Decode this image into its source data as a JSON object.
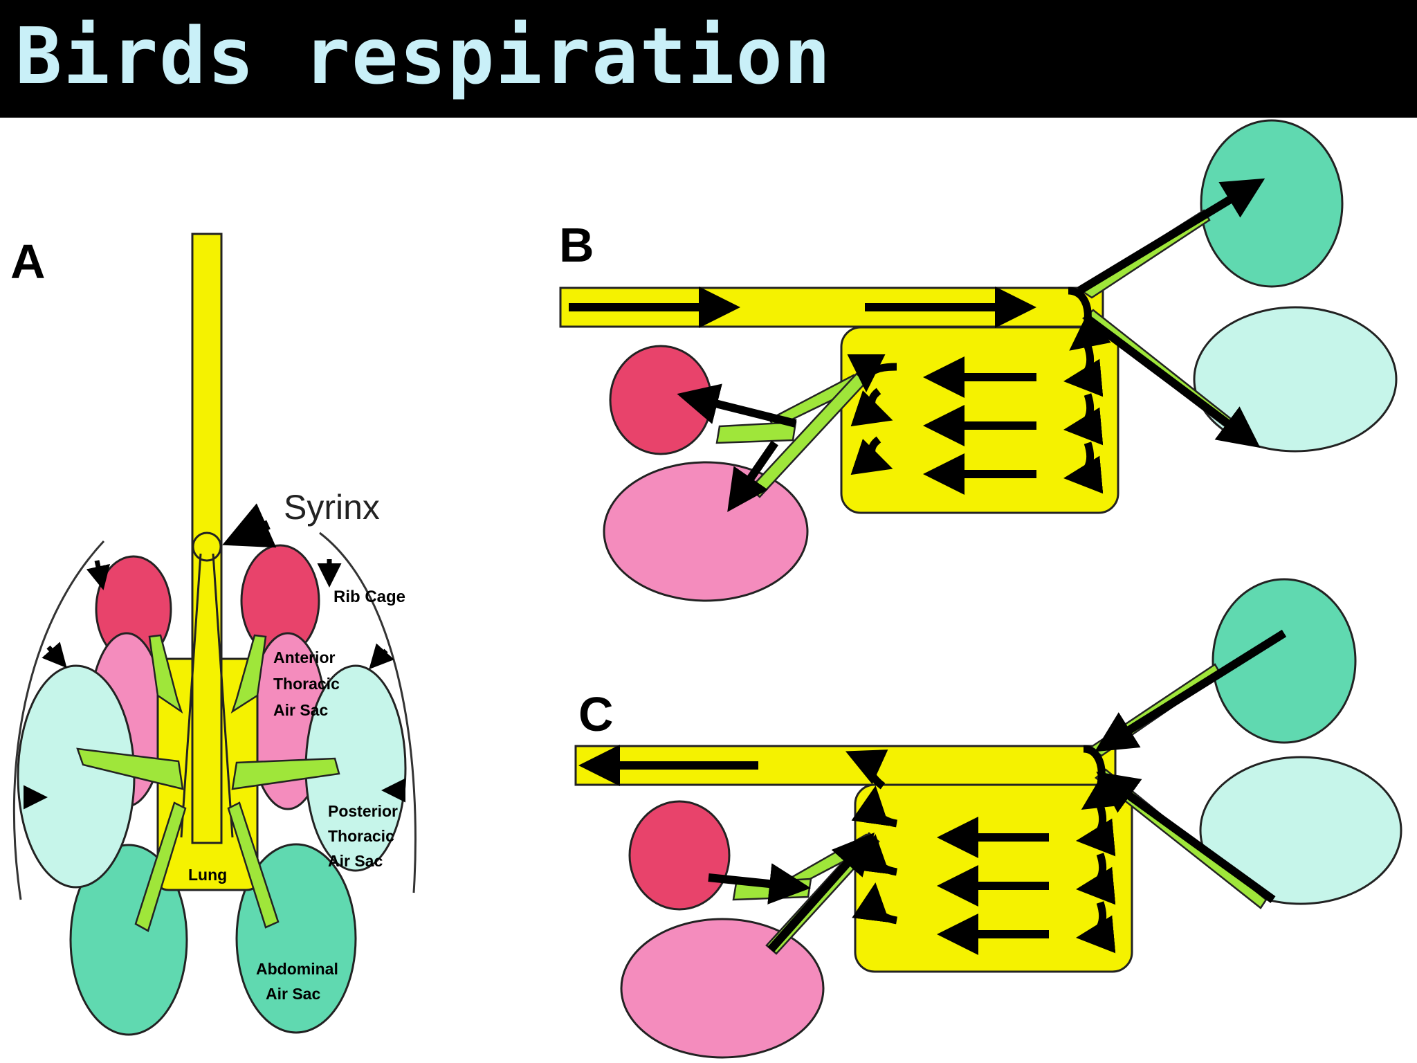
{
  "slide": {
    "title": "Birds respiration"
  },
  "diagram": {
    "panel_a_letter": "A",
    "panel_b_letter": "B",
    "panel_c_letter": "C",
    "labels": {
      "syrinx": "Syrinx",
      "rib_cage": "Rib Cage",
      "anterior": [
        "Anterior",
        "Thoracic",
        "Air Sac"
      ],
      "posterior": [
        "Posterior",
        "Thoracic",
        "Air Sac"
      ],
      "lung": "Lung",
      "abdominal": [
        "Abdominal",
        "Air Sac"
      ]
    }
  },
  "colors": {
    "title_bg": "#000000",
    "title_text": "#c9f0f8",
    "trachea_yellow": "#f5f200",
    "bronchus_green": "#9fe63a",
    "anterior_sac_red": "#e8436b",
    "posterior_thoracic_pink": "#f48cbd",
    "abdominal_teal": "#60d9b0",
    "light_cyan": "#c6f5ea",
    "arrow_black": "#000000"
  }
}
